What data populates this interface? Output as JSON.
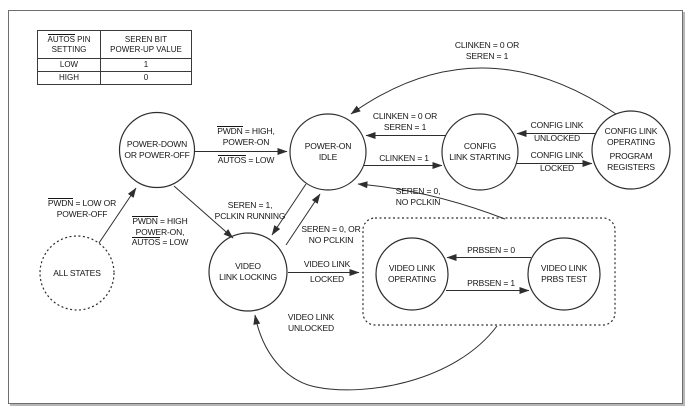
{
  "colors": {
    "background": "#ffffff",
    "line": "#2e2e2e",
    "text": "#161616",
    "frame_border": "#6e6e6e",
    "frame_shadow": "#b7b7b7"
  },
  "table": {
    "header_col1_bar": "AUTOS",
    "header_col1_rest": " PIN",
    "header_col1_line2": "SETTING",
    "header_col2_line1": "SEREN BIT",
    "header_col2_line2": "POWER-UP VALUE",
    "rows": [
      [
        "LOW",
        "1"
      ],
      [
        "HIGH",
        "0"
      ]
    ]
  },
  "states": {
    "all_states": [
      "ALL STATES"
    ],
    "power_down": [
      "POWER-DOWN",
      "OR POWER-OFF"
    ],
    "power_on_idle": [
      "POWER-ON",
      "IDLE"
    ],
    "config_link_starting": [
      "CONFIG",
      "LINK STARTING"
    ],
    "config_link_operating": [
      "CONFIG LINK",
      "OPERATING",
      "PROGRAM",
      "REGISTERS"
    ],
    "video_link_locking": [
      "VIDEO",
      "LINK LOCKING"
    ],
    "video_link_operating": [
      "VIDEO LINK",
      "OPERATING"
    ],
    "video_link_prbs": [
      "VIDEO LINK",
      "PRBS TEST"
    ]
  },
  "transitions": {
    "all_to_pd": {
      "bar1": "PWDN",
      "rest1": " = LOW OR",
      "line2": "POWER-OFF"
    },
    "pd_to_idle": {
      "bar1": "PWDN",
      "rest1": " = HIGH,",
      "line2": "POWER-ON",
      "bar3": "AUTOS",
      "rest3": " = LOW"
    },
    "pd_to_vll": {
      "bar1": "PWDN",
      "rest1": " = HIGH",
      "line2": "POWER-ON,",
      "bar3": "AUTOS",
      "rest3": " = LOW"
    },
    "idle_to_vll": {
      "line1": "SEREN = 1,",
      "line2": "PCLKIN RUNNING"
    },
    "vll_to_idle": {
      "line1": "SEREN = 0, OR",
      "line2": "NO PCLKIN"
    },
    "box_to_idle": {
      "line1": "SEREN = 0,",
      "line2": "NO PCLKIN"
    },
    "idle_to_cls": {
      "line1": "CLINKEN = 1"
    },
    "cls_to_idle": {
      "line1": "CLINKEN = 0 OR",
      "line2": "SEREN = 1"
    },
    "clo_to_idle": {
      "line1": "CLINKEN = 0 OR",
      "line2": "SEREN = 1"
    },
    "clo_to_cls": {
      "line1": "CONFIG LINK",
      "line2": "UNLOCKED"
    },
    "cls_to_clo": {
      "line1": "CONFIG LINK",
      "line2": "LOCKED"
    },
    "vll_to_box": {
      "line1": "VIDEO LINK",
      "line2": "LOCKED"
    },
    "box_to_vll": {
      "line1": "VIDEO LINK",
      "line2": "UNLOCKED"
    },
    "vpt_to_vlo": {
      "line1": "PRBSEN = 0"
    },
    "vlo_to_vpt": {
      "line1": "PRBSEN = 1"
    }
  }
}
